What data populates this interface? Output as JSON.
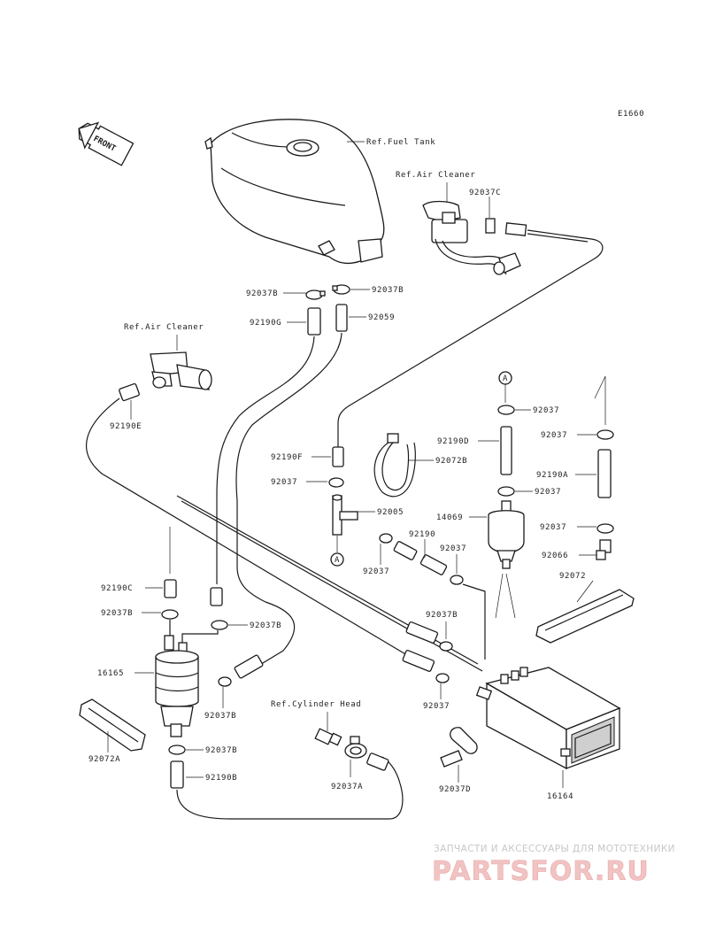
{
  "diagram": {
    "code": "E1660",
    "front_label": "FRONT",
    "refs": {
      "fuel_tank": "Ref.Fuel Tank",
      "air_cleaner_top": "Ref.Air Cleaner",
      "air_cleaner_left": "Ref.Air Cleaner",
      "cylinder_head": "Ref.Cylinder Head"
    },
    "parts": {
      "p92037C": "92037C",
      "p92037B_top_left": "92037B",
      "p92037B_top_right": "92037B",
      "p92190G": "92190G",
      "p92059": "92059",
      "p92190E": "92190E",
      "p92190F": "92190F",
      "p92037_a": "92037",
      "p92005": "92005",
      "p92072B": "92072B",
      "p92190D": "92190D",
      "p92037_b": "92037",
      "p92037_c": "92037",
      "p14069": "14069",
      "p92037_d": "92037",
      "p92190": "92190",
      "p92037_e": "92037",
      "p92037_f": "92037",
      "p92190A": "92190A",
      "p92037_g": "92037",
      "p92037_h": "92037",
      "p92066": "92066",
      "p92072": "92072",
      "p92190C": "92190C",
      "p92037B_mid_left": "92037B",
      "p92037B_mid_right": "92037B",
      "p92037B_mid_center": "92037B",
      "p16165": "16165",
      "p92037B_lower": "92037B",
      "p92037_i": "92037",
      "p92072A": "92072A",
      "p92037B_bottom": "92037B",
      "p92190B": "92190B",
      "p92037A": "92037A",
      "p92037D": "92037D",
      "p16164": "16164"
    },
    "callout_a": "A"
  },
  "watermark": {
    "line1": "ЗАПЧАСТИ И АКСЕССУАРЫ ДЛЯ МОТОТЕХНИКИ",
    "line2": "PARTSFOR.RU"
  }
}
